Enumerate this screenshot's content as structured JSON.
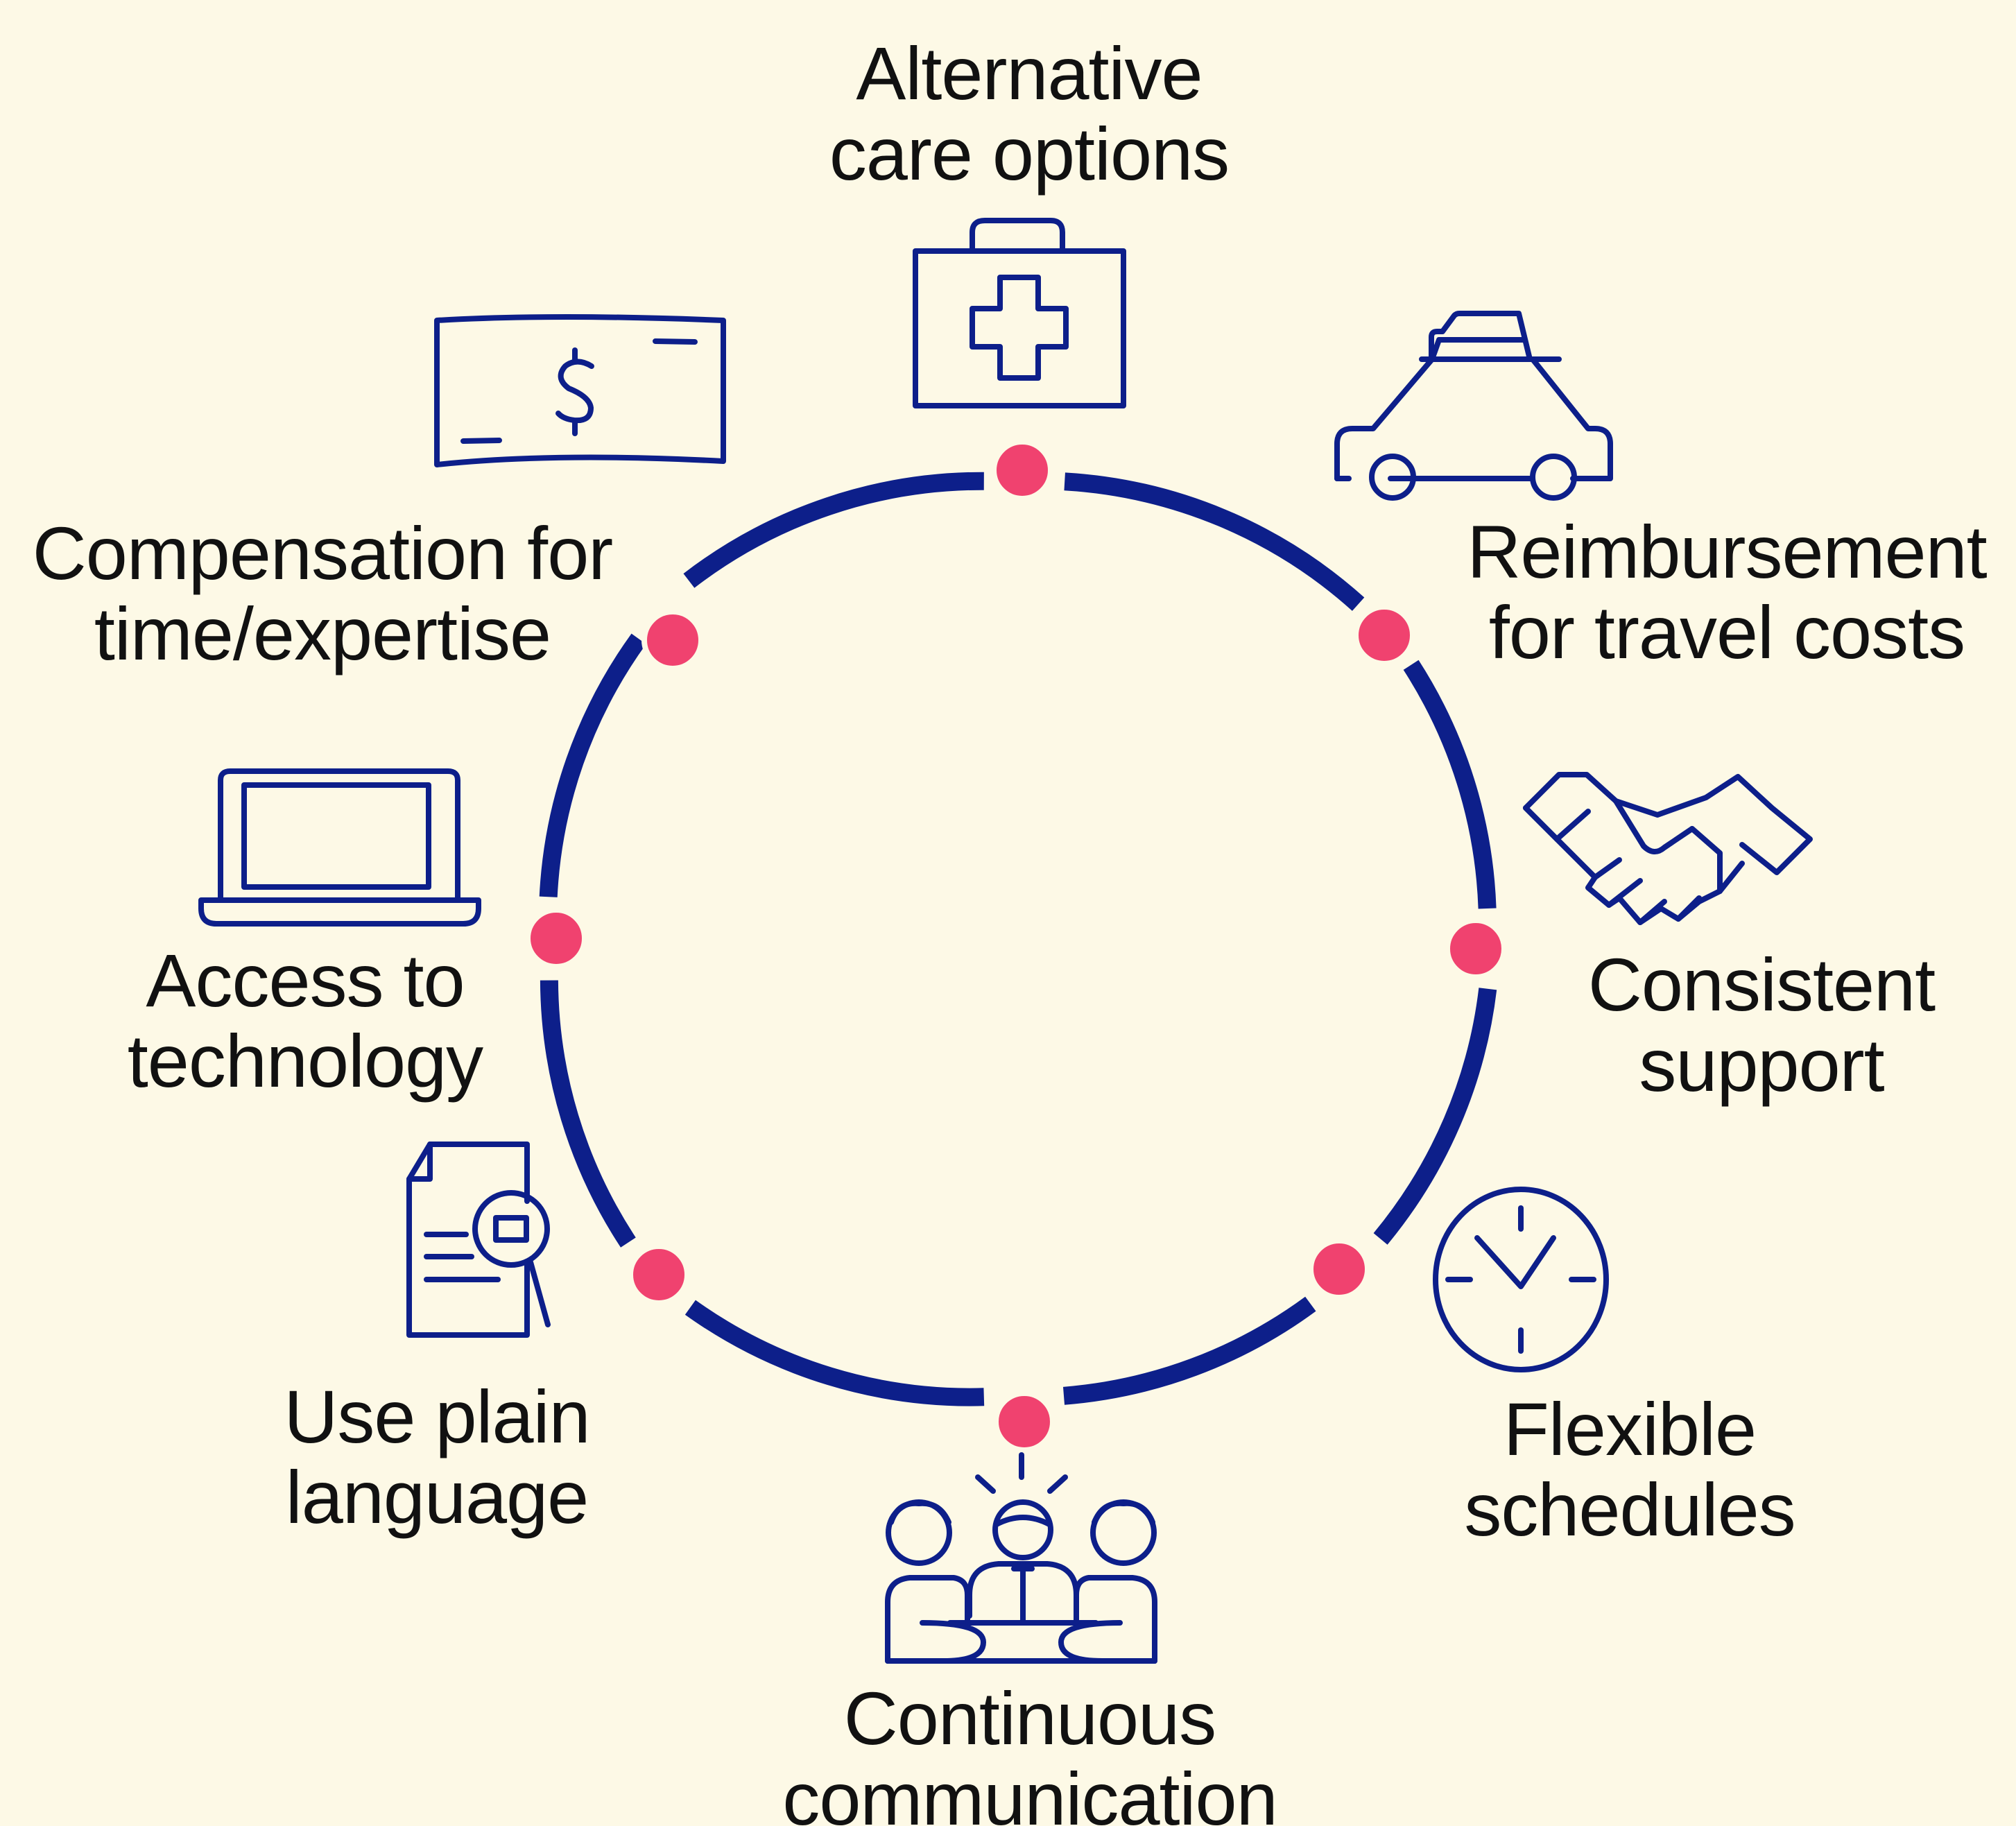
{
  "colors": {
    "background": "#fdf9e6",
    "ring": "#0d1f8a",
    "node": "#f0426f",
    "icon_stroke": "#0d1f8a",
    "text": "#111111"
  },
  "items": [
    {
      "id": "care",
      "icon": "first-aid-kit-icon",
      "line1": "Alternative",
      "line2": "care options"
    },
    {
      "id": "travel",
      "icon": "taxi-car-icon",
      "line1": "Reimbursement",
      "line2": "for travel costs"
    },
    {
      "id": "support",
      "icon": "handshake-icon",
      "line1": "Consistent",
      "line2": "support"
    },
    {
      "id": "schedules",
      "icon": "clock-icon",
      "line1": "Flexible",
      "line2": "schedules"
    },
    {
      "id": "communication",
      "icon": "group-meeting-icon",
      "line1": "Continuous",
      "line2": "communication"
    },
    {
      "id": "language",
      "icon": "document-magnifier-icon",
      "line1": "Use plain",
      "line2": "language"
    },
    {
      "id": "technology",
      "icon": "laptop-icon",
      "line1": "Access to",
      "line2": "technology"
    },
    {
      "id": "compensation",
      "icon": "dollar-bill-icon",
      "line1": "Compensation for",
      "line2": "time/expertise"
    }
  ]
}
